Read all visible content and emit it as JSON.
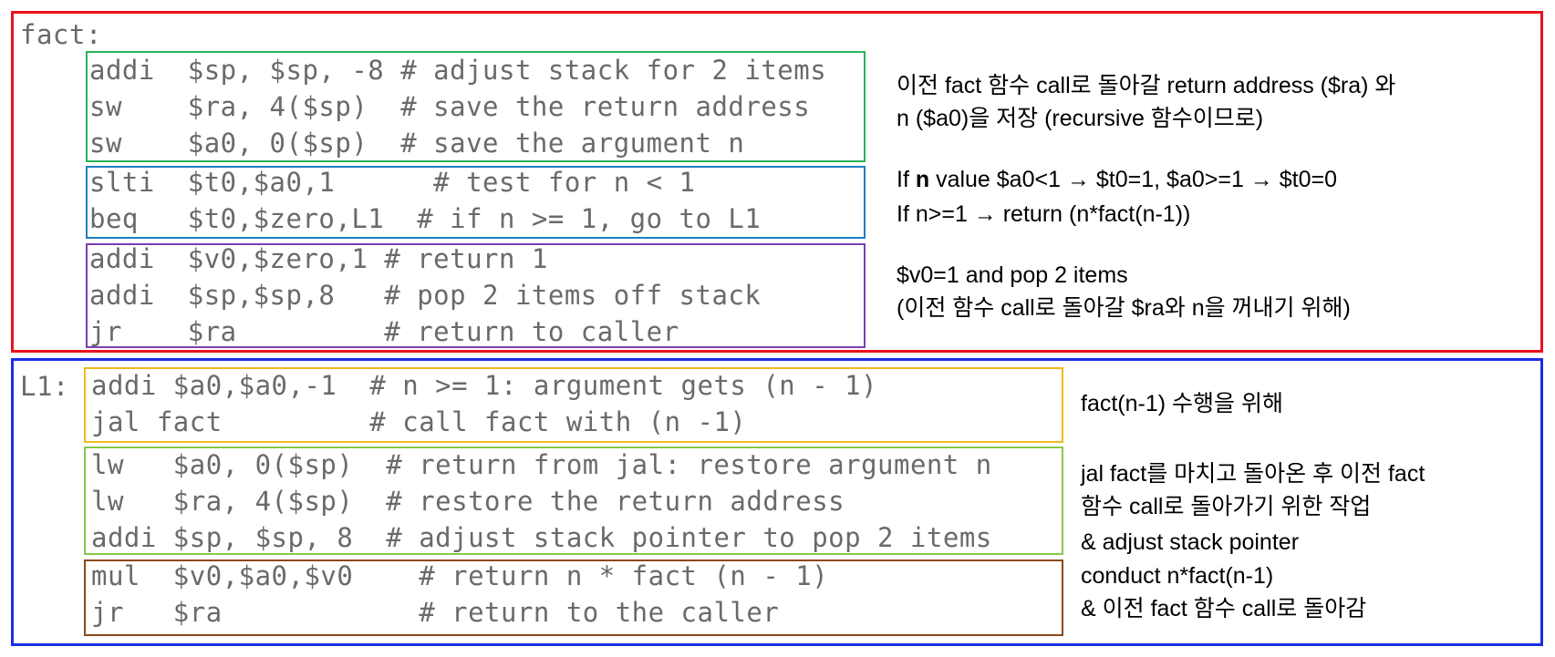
{
  "colors": {
    "fact_section_border": "#e8121f",
    "l1_section_border": "#1a2ee0",
    "save_box": "#27b35a",
    "test_box": "#1f7fc4",
    "return_box": "#7b3fb5",
    "call_box": "#f2b81f",
    "restore_box": "#86c84a",
    "mul_box": "#8a4a1a",
    "code_text": "#6a6a6a",
    "note_text": "#000000"
  },
  "fact_section": {
    "label": "fact:",
    "save_block": [
      "addi  $sp, $sp, -8 # adjust stack for 2 items",
      "sw    $ra, 4($sp)  # save the return address",
      "sw    $a0, 0($sp)  # save the argument n"
    ],
    "test_block": [
      "slti  $t0,$a0,1      # test for n < 1",
      "beq   $t0,$zero,L1  # if n >= 1, go to L1"
    ],
    "return_block": [
      "addi  $v0,$zero,1 # return 1",
      "addi  $sp,$sp,8   # pop 2 items off stack",
      "jr    $ra         # return to caller"
    ],
    "notes": {
      "save_note_1": "이전 fact 함수 call로 돌아갈 return address ($ra) 와",
      "save_note_2": "n ($a0)을 저장 (recursive 함수이므로)",
      "test_note_1_prefix": "If ",
      "test_note_1_bold": "n",
      "test_note_1_suffix": " value $a0<1 → $t0=1, $a0>=1 → $t0=0",
      "test_note_2": "If n>=1 → return (n*fact(n-1))",
      "return_note_1": "$v0=1 and pop 2 items",
      "return_note_2": "(이전 함수 call로 돌아갈 $ra와 n을 꺼내기 위해)"
    }
  },
  "l1_section": {
    "label": "L1:",
    "call_block": [
      "addi $a0,$a0,-1  # n >= 1: argument gets (n - 1)",
      "jal fact         # call fact with (n -1)"
    ],
    "restore_block": [
      "lw   $a0, 0($sp)  # return from jal: restore argument n",
      "lw   $ra, 4($sp)  # restore the return address",
      "addi $sp, $sp, 8  # adjust stack pointer to pop 2 items"
    ],
    "mul_block": [
      "mul  $v0,$a0,$v0    # return n * fact (n - 1)",
      "jr   $ra            # return to the caller"
    ],
    "notes": {
      "call_note": "fact(n-1) 수행을 위해",
      "restore_note_1": "jal fact를 마치고 돌아온 후 이전 fact",
      "restore_note_2": "함수 call로 돌아가기 위한 작업",
      "restore_note_3": "& adjust stack pointer",
      "mul_note_1": "conduct n*fact(n-1)",
      "mul_note_2": "& 이전 fact 함수 call로 돌아감"
    }
  }
}
